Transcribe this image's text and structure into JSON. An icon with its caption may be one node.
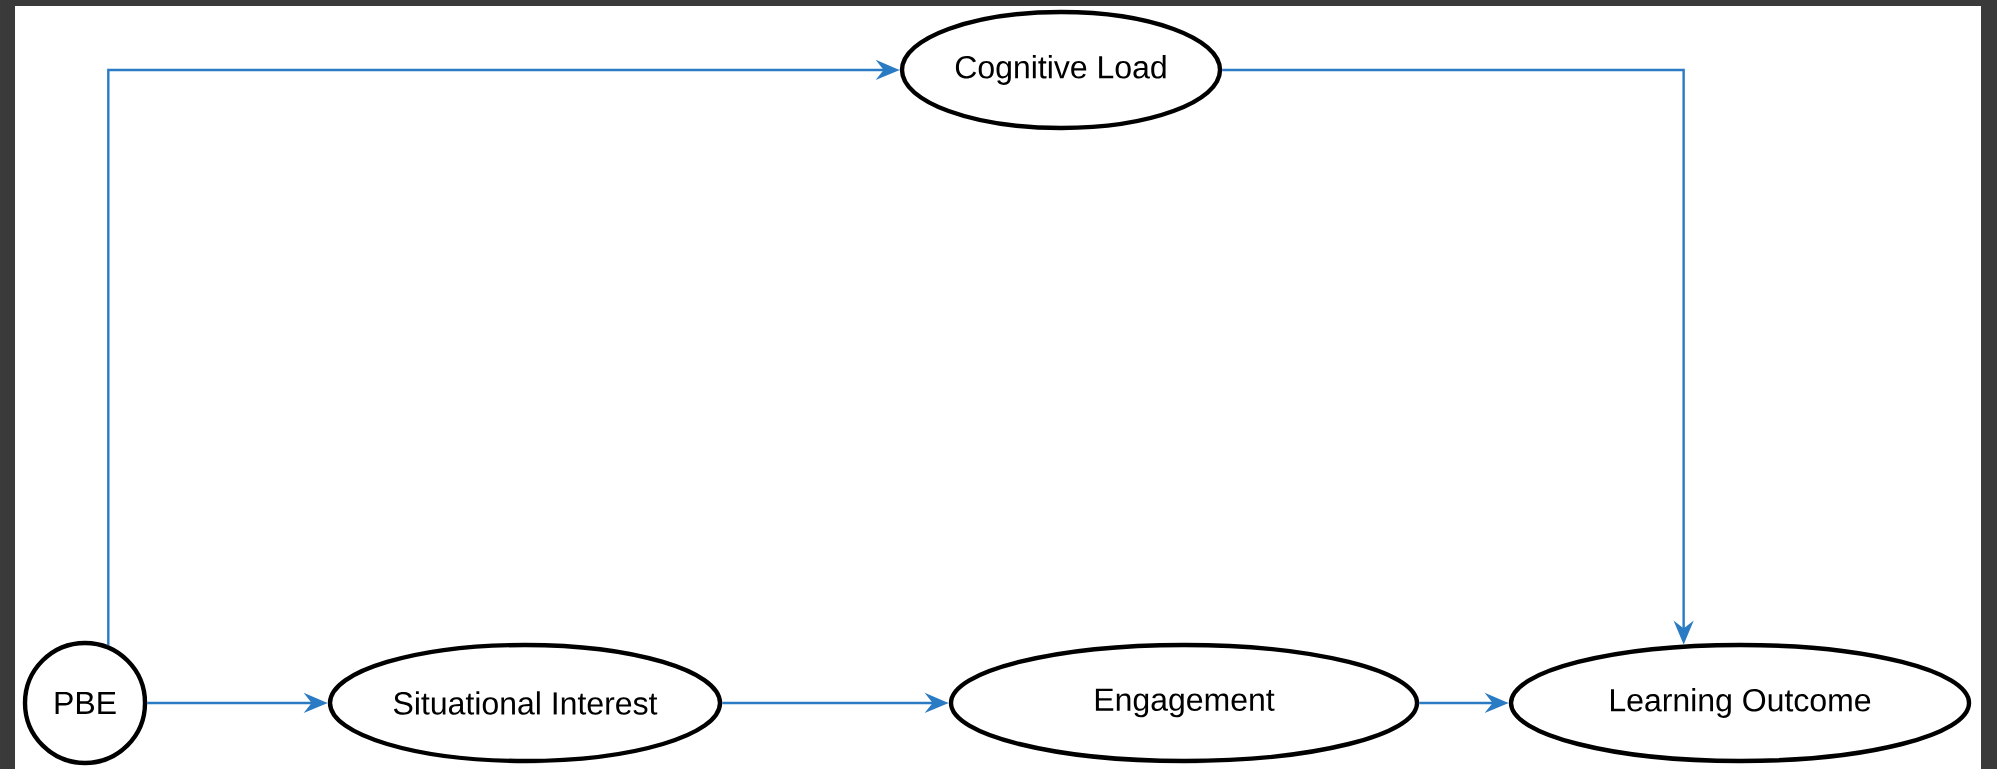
{
  "diagram": {
    "nodes": [
      {
        "text": [
          "Cognitive Load"
        ]
      },
      {
        "text": [
          "PBE"
        ]
      },
      {
        "text": [
          "Situational Interest"
        ]
      },
      {
        "text": [
          "Engagement"
        ]
      },
      {
        "text": [
          "Learning Outcome"
        ]
      }
    ],
    "edges": [
      {
        "from": 1,
        "to": 2,
        "arrow": "to",
        "color": "#2a7bc4"
      },
      {
        "from": 2,
        "to": 3,
        "arrow": "to",
        "color": "#2a7bc4"
      },
      {
        "from": 3,
        "to": 4,
        "arrow": "to",
        "color": "#2a7bc4"
      },
      {
        "from": 1,
        "to": 0,
        "arrow": "to",
        "color": "#2a7bc4"
      },
      {
        "from": 0,
        "to": 4,
        "arrow": "to",
        "color": "#2a7bc4"
      }
    ]
  }
}
